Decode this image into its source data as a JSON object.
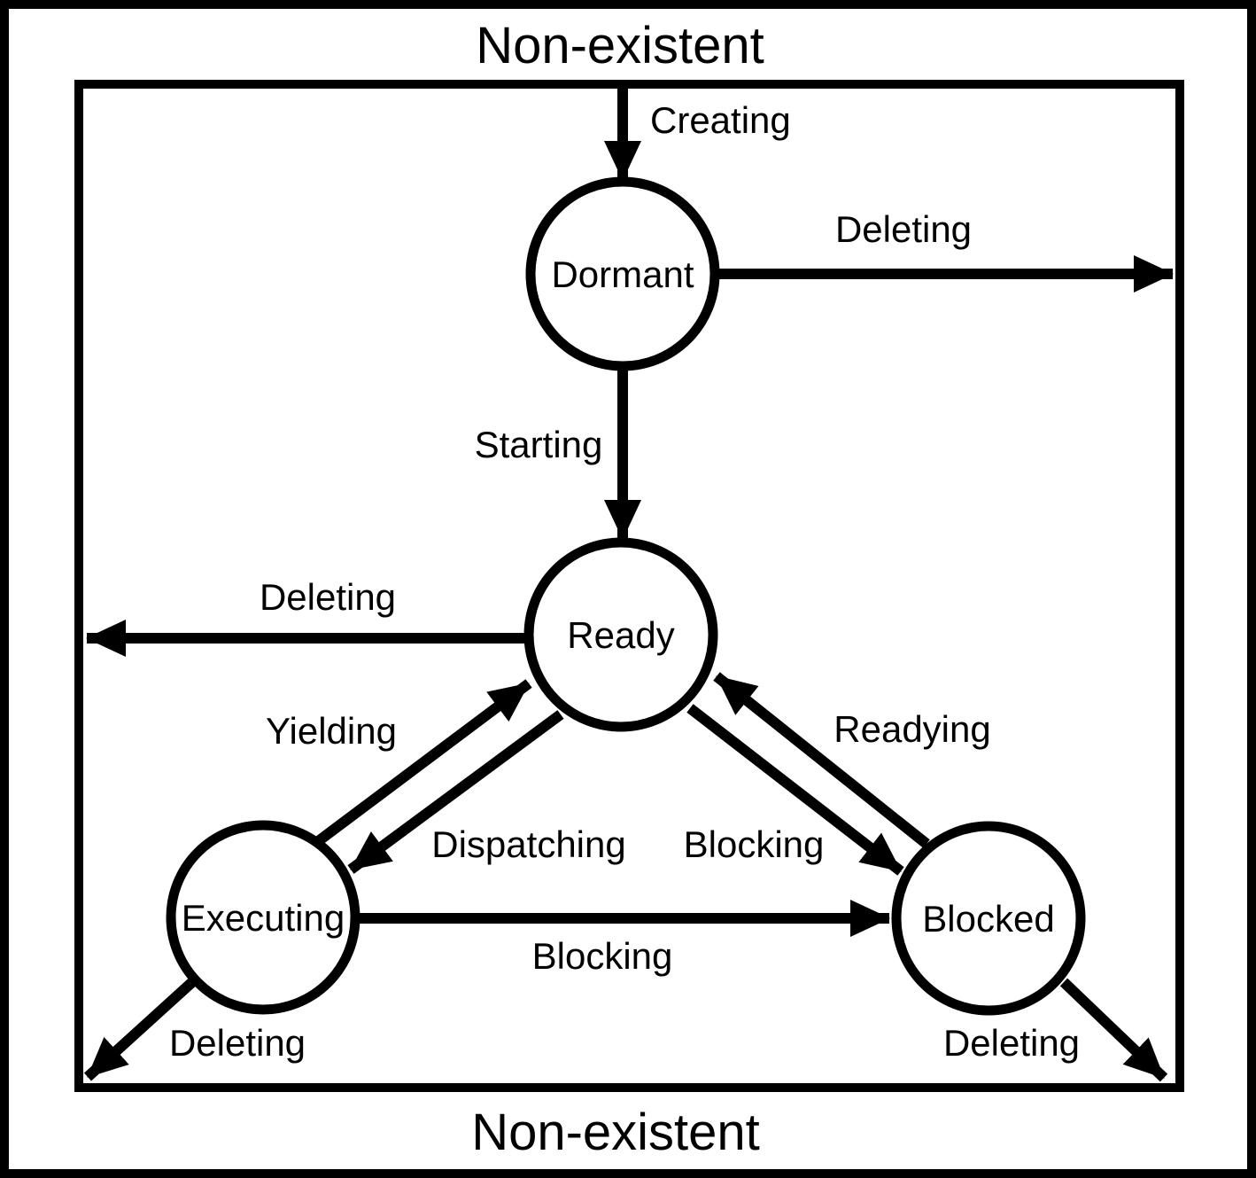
{
  "diagram": {
    "outer_region_label_top": "Non-existent",
    "outer_region_label_bottom": "Non-existent",
    "states": {
      "dormant": "Dormant",
      "ready": "Ready",
      "executing": "Executing",
      "blocked": "Blocked"
    },
    "transitions": {
      "creating": "Creating",
      "deleting_from_dormant": "Deleting",
      "starting": "Starting",
      "deleting_from_ready": "Deleting",
      "yielding": "Yielding",
      "dispatching": "Dispatching",
      "blocking_ready_to_blocked": "Blocking",
      "readying": "Readying",
      "blocking_executing_to_blocked": "Blocking",
      "deleting_from_executing": "Deleting",
      "deleting_from_blocked": "Deleting"
    },
    "colors": {
      "ink": "#000000",
      "background": "#ffffff"
    }
  }
}
